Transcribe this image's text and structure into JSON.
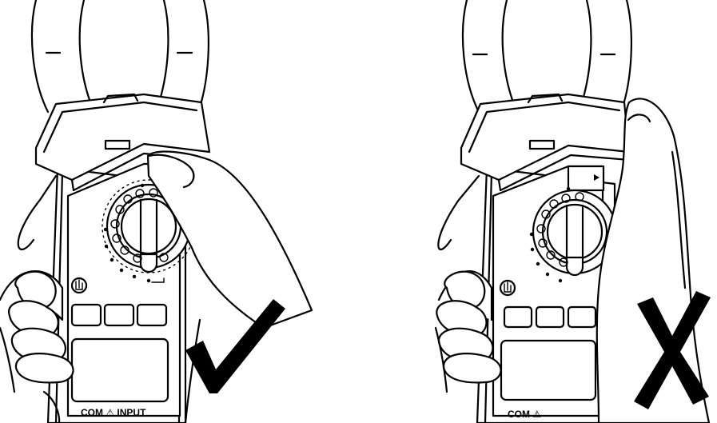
{
  "panels": [
    {
      "id": "left",
      "verdict": "correct",
      "label": "COM ⚠ INPUT"
    },
    {
      "id": "right",
      "verdict": "incorrect",
      "label": "COM ⚠"
    }
  ],
  "icons": {
    "correct_mark": "checkmark-icon",
    "incorrect_mark": "cross-icon",
    "guard_symbol": "hand-guard-icon",
    "warning_symbol": "warning-triangle-icon"
  },
  "colors": {
    "ink": "#000000",
    "background": "#ffffff"
  }
}
